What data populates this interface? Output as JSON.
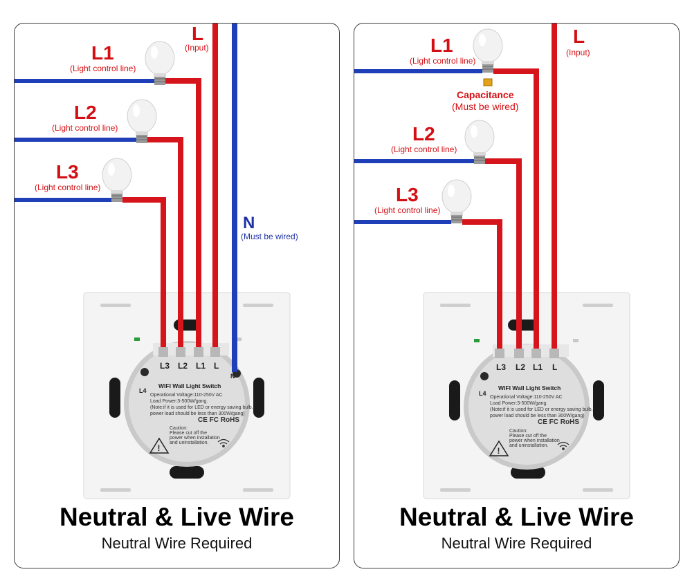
{
  "left_panel": {
    "live_label": "L",
    "live_sub": "(Input)",
    "l1_label": "L1",
    "l2_label": "L2",
    "l3_label": "L3",
    "control_sub": "(Light control line)",
    "neutral_label": "N",
    "neutral_sub": "(Must be wired)",
    "title": "Neutral & Live Wire",
    "subtitle": "Neutral Wire Required"
  },
  "right_panel": {
    "live_label": "L",
    "live_sub": "(Input)",
    "l1_label": "L1",
    "l2_label": "L2",
    "l3_label": "L3",
    "control_sub": "(Light control line)",
    "capacitance_label": "Capacitance",
    "capacitance_sub": "(Must be wired)",
    "title": "Neutral & Live Wire",
    "subtitle": "Neutral Wire Required"
  },
  "switch_plate": {
    "terminals": [
      "L3",
      "L2",
      "L1",
      "L",
      "N"
    ],
    "aux_terminal": "L4",
    "heading": "WIFI Wall Light Switch",
    "specs": [
      "Operational Voltage:110-250V AC",
      "Load Power:3-500W/gang.",
      "(Note:if it is used for LED or energy saving bulb,",
      "power load should be less than 300W/gang)"
    ],
    "certs": "CE FC RoHS",
    "caution": [
      "Caution:",
      "Please cut off the",
      "power when installation",
      "and uninstallation."
    ]
  },
  "colors": {
    "live_wire": "#d6141b",
    "neutral_wire": "#1f3fb8",
    "label_red": "#d40f14",
    "label_blue": "#1f33a6"
  }
}
